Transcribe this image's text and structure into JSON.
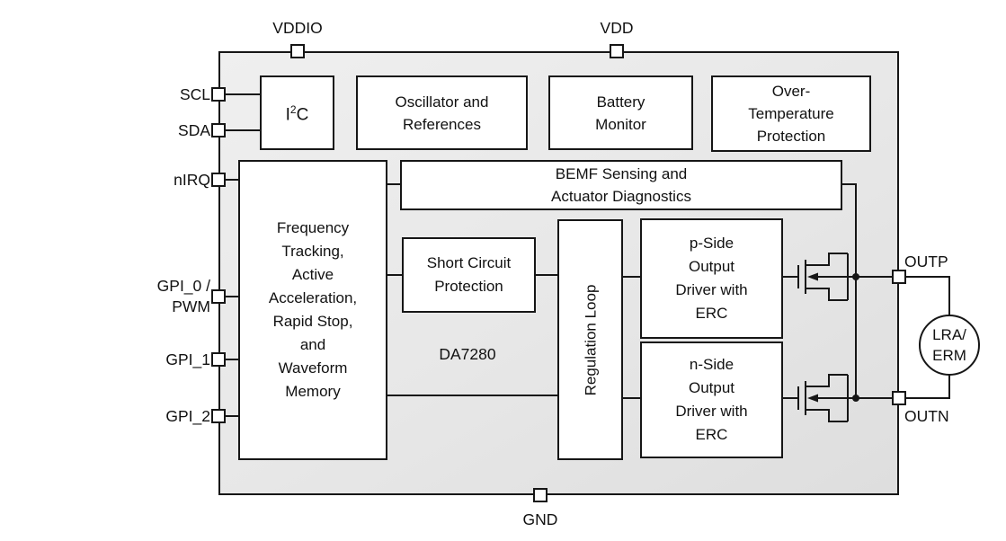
{
  "chip_label": "DA7280",
  "pins": {
    "vddio": "VDDIO",
    "vdd": "VDD",
    "gnd": "GND",
    "scl": "SCL",
    "sda": "SDA",
    "nirq": "nIRQ",
    "gpi0": [
      "GPI_0 /",
      "PWM"
    ],
    "gpi1": "GPI_1",
    "gpi2": "GPI_2",
    "outp": "OUTP",
    "outn": "OUTN"
  },
  "blocks": {
    "i2c": {
      "base": "I",
      "sup": "2",
      "rest": "C"
    },
    "oscillator": [
      "Oscillator and",
      "References"
    ],
    "battery_monitor": [
      "Battery",
      "Monitor"
    ],
    "over_temperature": [
      "Over-",
      "Temperature",
      "Protection"
    ],
    "frequency_memory": [
      "Frequency",
      "Tracking,",
      "Active",
      "Acceleration,",
      "Rapid Stop,",
      "and",
      "Waveform",
      "Memory"
    ],
    "bemf": [
      "BEMF Sensing and",
      "Actuator Diagnostics"
    ],
    "short_circuit": [
      "Short Circuit",
      "Protection"
    ],
    "regulation_loop": "Regulation Loop",
    "p_side": [
      "p-Side",
      "Output",
      "Driver with",
      "ERC"
    ],
    "n_side": [
      "n-Side",
      "Output",
      "Driver with",
      "ERC"
    ],
    "actuator": [
      "LRA/",
      "ERM"
    ]
  },
  "colors": {
    "chip_fill": "#e9e9e9",
    "block_fill": "#ffffff",
    "line": "#161616",
    "background": "#ffffff"
  }
}
